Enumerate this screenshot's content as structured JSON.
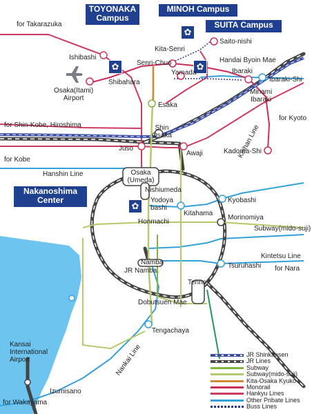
{
  "colors": {
    "jr_shinkansen": "#3a4ea8",
    "jr_lines": "#444444",
    "subway": "#7fb541",
    "subway_midosuji": "#b5c86a",
    "kita_osaka_kyuko": "#d28a36",
    "monorail": "#cc2c56",
    "hankyu": "#cc3a5f",
    "other_private": "#33a0dc",
    "buss_lines": "#223a8e",
    "sea": "#6cc4ef",
    "campus_blue": "#1f3f8f"
  },
  "campuses": {
    "toyonaka": "TOYONAKA\nCampus",
    "minoh": "MINOH Campus",
    "suita": "SUITA Campus",
    "nakanoshima": "Nakanoshima\nCenter"
  },
  "directions": {
    "takarazuka": "for Takarazuka",
    "shinkobe": "for Shin-Kobe, Hiroshima",
    "kobe": "for Kobe",
    "kyoto": "for Kyoto",
    "nara": "for Nara",
    "wakayama": "for Wakayama"
  },
  "lines": {
    "hanshin": "Hanshin Line",
    "keihan": "Keihan Line",
    "subway_midosuji": "Subway(mido-suji)",
    "kintetsu": "Kintetsu Line",
    "nankai": "Nankai Line"
  },
  "stations": {
    "ishibashi": "Ishibashi",
    "shibahara": "Shibahara",
    "osaka_itami": "Osaka(Itami)\nAirport",
    "kita_senri": "Kita-Senri",
    "saito_nishi": "Saito-nishi",
    "senri_chuo": "Senri-Chuo",
    "handai_byoin_mae": "Handai Byoin Mae",
    "yamada": "Yamada",
    "ibaraki": "Ibaraki",
    "ibaraki_shi": "Ibaraki-Shi",
    "minami_ibaraki": "Minami\nIbaraki",
    "esaka": "Esaka",
    "shin_osaka": "Shin\nOsaka",
    "juso": "Juso",
    "awaji": "Awaji",
    "kadoma_shi": "Kadoma-Shi",
    "osaka_umeda": "Osaka\n(Umeda)",
    "nishiumeda": "Nishiumeda",
    "yodoyabashi": "Yodoya\nbashi",
    "kitahama": "Kitahama",
    "kyobashi": "Kyobashi",
    "honmachi": "Honmachi",
    "morinomiya": "Morinomiya",
    "namba": "Namba",
    "jr_namba": "JR Namba",
    "tsuruhashi": "Tsuruhashi",
    "tennoji": "Tennoji",
    "dobutsuen_mae": "Dobutsuen Mae",
    "tengachaya": "Tengachaya",
    "kansai_airport": "Kansai\nInternational\nAirport",
    "izumisano": "Izumisano"
  },
  "legend": [
    {
      "label": "JR Shinkansen",
      "key": "jr_shinkansen",
      "style": "dashed-thick"
    },
    {
      "label": "JR Lines",
      "key": "jr_lines",
      "style": "dashed"
    },
    {
      "label": "Subway",
      "key": "subway",
      "style": "solid"
    },
    {
      "label": "Subway(mido-suji)",
      "key": "subway_midosuji",
      "style": "solid"
    },
    {
      "label": "Kita-Osaka Kyuko",
      "key": "kita_osaka_kyuko",
      "style": "solid"
    },
    {
      "label": "Monorail",
      "key": "monorail",
      "style": "solid"
    },
    {
      "label": "Hankyu Lines",
      "key": "hankyu",
      "style": "solid"
    },
    {
      "label": "Other Pribate Lines",
      "key": "other_private",
      "style": "solid"
    },
    {
      "label": "Buss Lines",
      "key": "buss_lines",
      "style": "dotted"
    }
  ]
}
